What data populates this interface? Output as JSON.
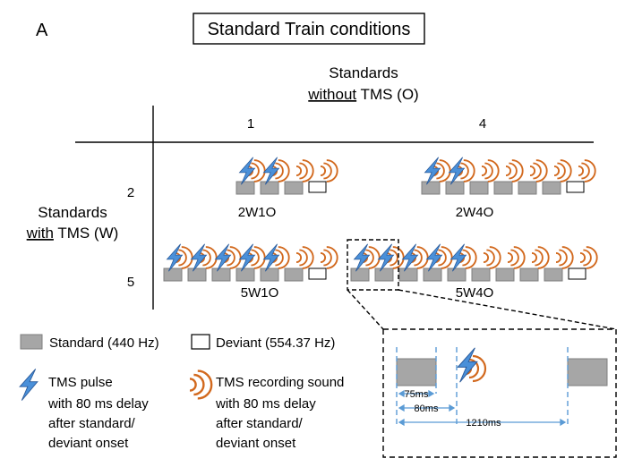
{
  "panel_label": "A",
  "title": "Standard Train conditions",
  "col_axis": {
    "label_line1": "Standards",
    "label_line2_underlined": "without",
    "label_line2_rest": " TMS (O)",
    "columns": [
      "1",
      "4"
    ]
  },
  "row_axis": {
    "label_line1": "Standards",
    "label_line2_underlined": "with",
    "label_line2_rest": " TMS (W)",
    "rows": [
      "2",
      "5"
    ]
  },
  "conditions": [
    {
      "name": "2W1O",
      "with_tms": 2,
      "without_tms": 1
    },
    {
      "name": "2W4O",
      "with_tms": 2,
      "without_tms": 4
    },
    {
      "name": "5W1O",
      "with_tms": 5,
      "without_tms": 1
    },
    {
      "name": "5W4O",
      "with_tms": 5,
      "without_tms": 4
    }
  ],
  "legend": {
    "standard": "Standard (440 Hz)",
    "deviant": "Deviant (554.37 Hz)",
    "tms_pulse": [
      "TMS pulse",
      "with 80 ms delay",
      "after standard/",
      "deviant onset"
    ],
    "tms_sound": [
      "TMS recording sound",
      "with 80 ms delay",
      "after standard/",
      "deviant onset"
    ]
  },
  "inset": {
    "t1": "75ms",
    "t2": "80ms",
    "t3": "1210ms"
  },
  "colors": {
    "standard_fill": "#a6a6a6",
    "deviant_fill": "#ffffff",
    "tms_bolt": "#4a90d9",
    "sound_arc": "#d2691e",
    "timing_line": "#5b9bd5"
  },
  "icons": {
    "tms_pulse": "lightning-bolt-icon",
    "tms_sound": "sound-wave-icon"
  }
}
